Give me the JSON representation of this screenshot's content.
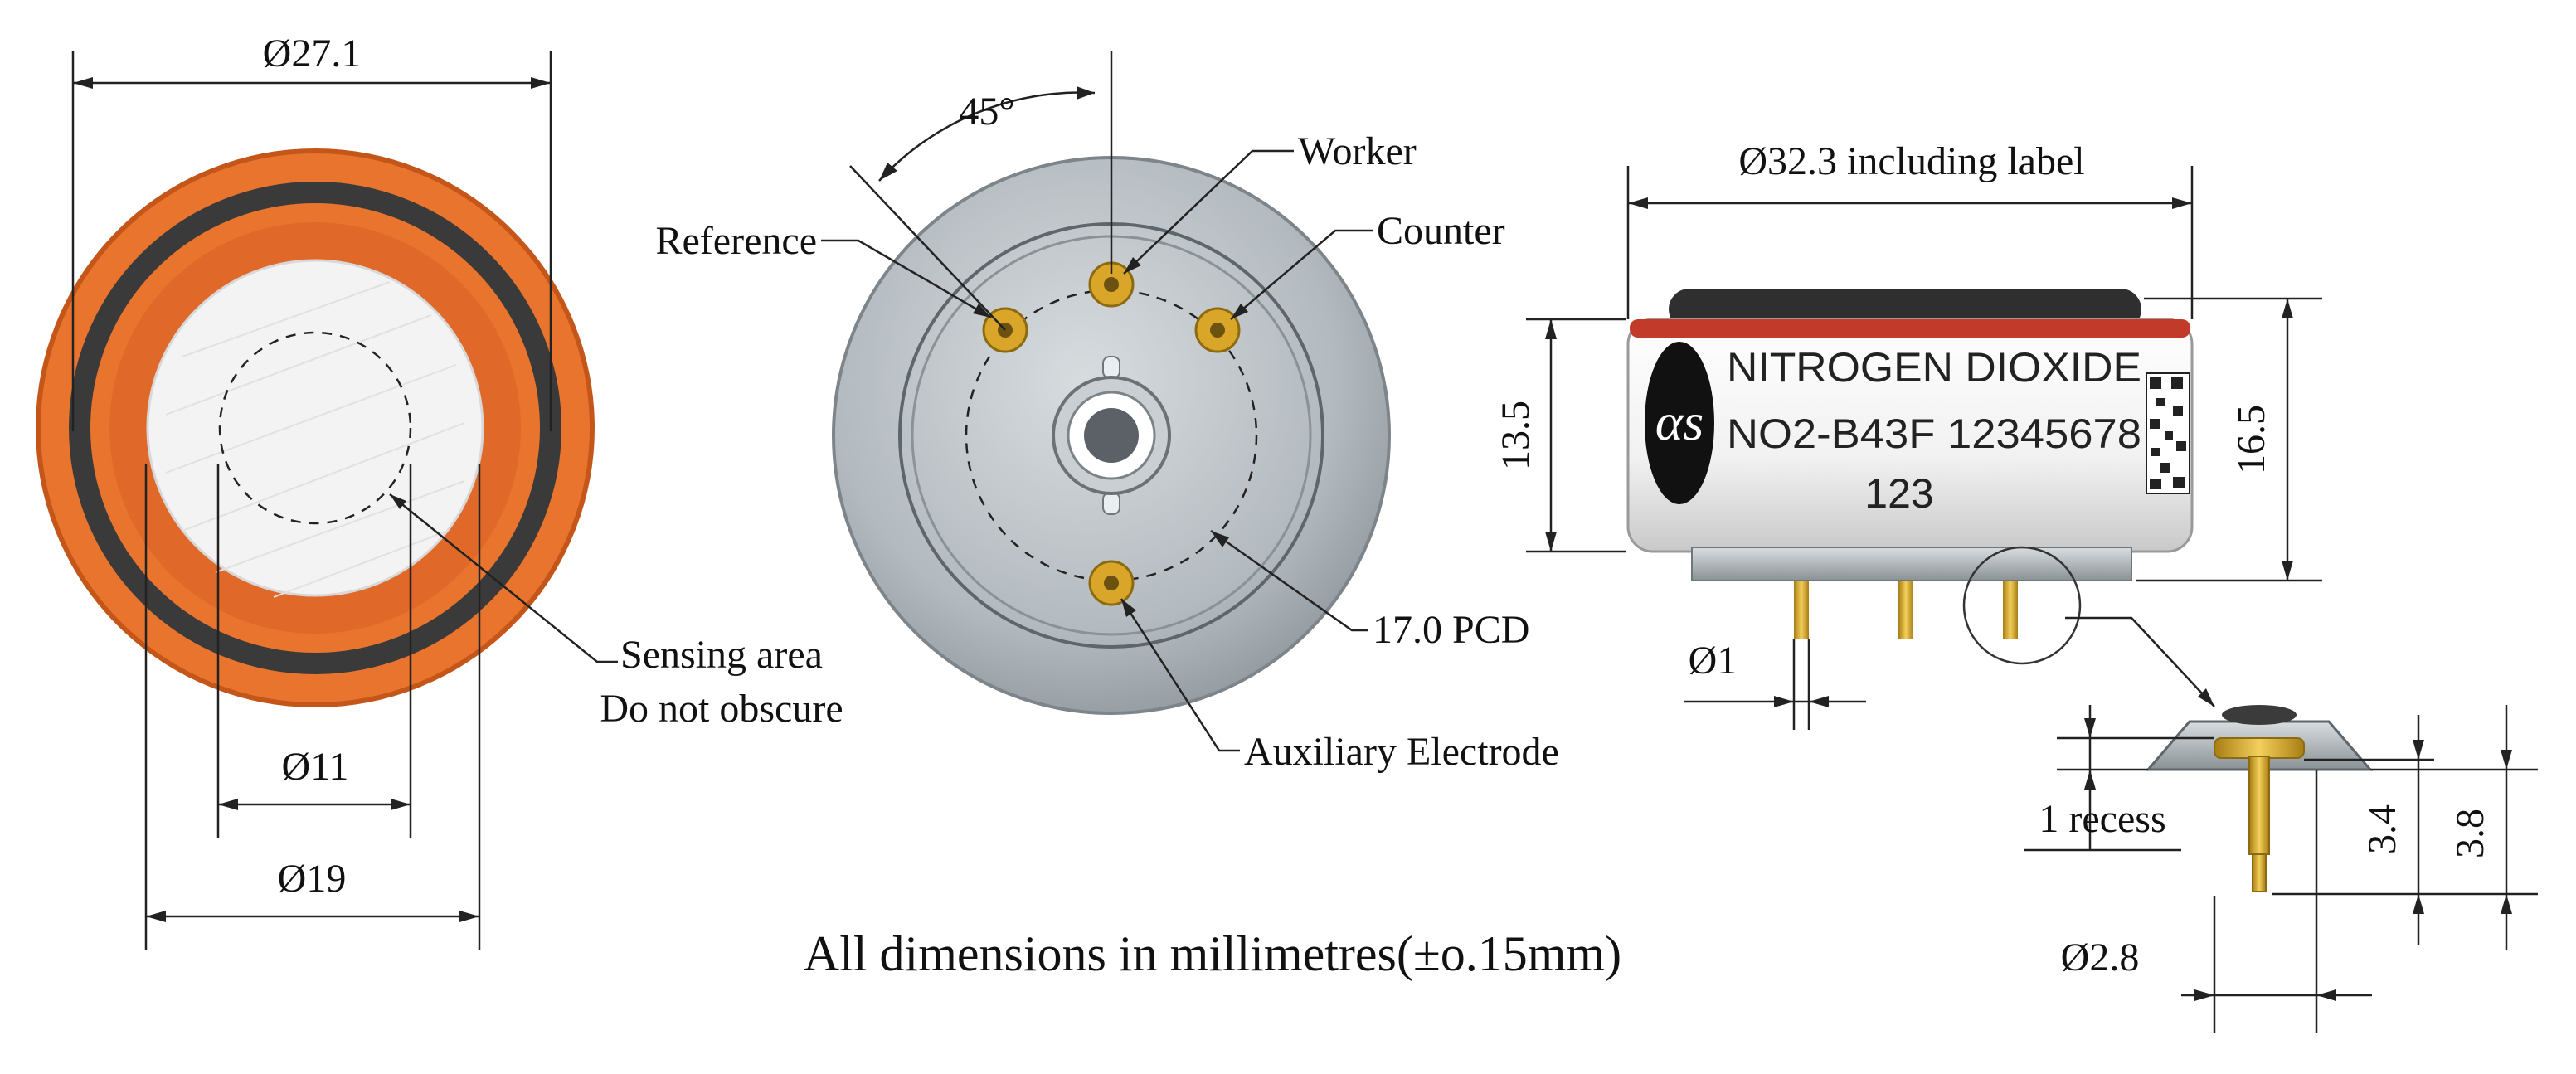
{
  "front_view": {
    "outer_diameter": "Ø27.1",
    "inner_diameter_19": "Ø19",
    "inner_diameter_11": "Ø11",
    "sensing_area_line1": "Sensing area",
    "sensing_area_line2": "Do not obscure"
  },
  "bottom_view": {
    "angle": "45°",
    "worker": "Worker",
    "reference": "Reference",
    "counter": "Counter",
    "pcd": "17.0 PCD",
    "auxiliary": "Auxiliary Electrode"
  },
  "side_view": {
    "diameter_label": "Ø32.3 including label",
    "height_body": "13.5",
    "height_total": "16.5",
    "pin_diameter": "Ø1",
    "label_line1": "NITROGEN DIOXIDE",
    "label_line2": "NO2-B43F 12345678",
    "label_line3": "123",
    "logo_text": "αs"
  },
  "detail_view": {
    "recess": "1 recess",
    "dim_34": "3.4",
    "dim_38": "3.8",
    "pin_head_diameter": "Ø2.8"
  },
  "footer_note": "All dimensions in millimetres(±o.15mm)",
  "colors": {
    "orange": "#e8742e",
    "orange_dark": "#c4561a",
    "gasket": "#3a3a3a",
    "membrane": "#f4f4f4",
    "body_grey": "#a9b0b5",
    "pin_gold": "#d9a62a",
    "label_red": "#c23a2a"
  }
}
